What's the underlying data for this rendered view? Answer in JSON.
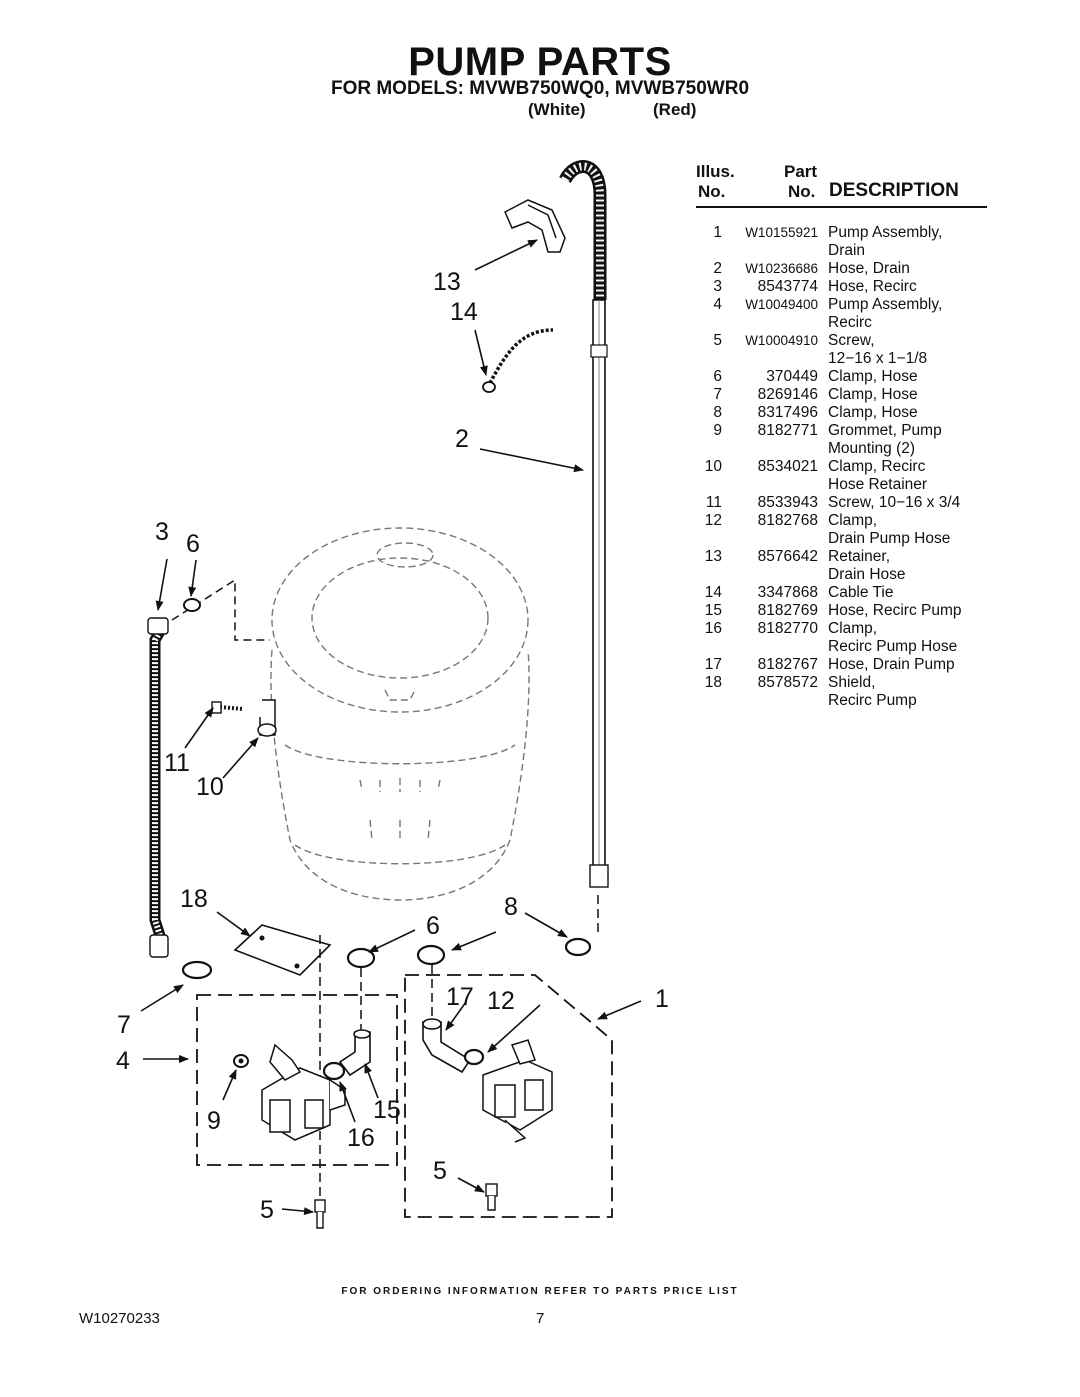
{
  "header": {
    "title": "PUMP PARTS",
    "models_line": "FOR MODELS: MVWB750WQ0, MVWB750WR0",
    "color_white": "(White)",
    "color_red": "(Red)"
  },
  "parts_table": {
    "col_illus_line1": "Illus.",
    "col_illus_line2": "No.",
    "col_part_line1": "Part",
    "col_part_line2": "No.",
    "col_description": "DESCRIPTION",
    "rows": [
      {
        "illus": "1",
        "part": "W10155921",
        "desc": [
          "Pump Assembly,",
          "Drain"
        ]
      },
      {
        "illus": "2",
        "part": "W10236686",
        "desc": [
          "Hose, Drain"
        ]
      },
      {
        "illus": "3",
        "part": "8543774",
        "desc": [
          "Hose, Recirc"
        ]
      },
      {
        "illus": "4",
        "part": "W10049400",
        "desc": [
          "Pump Assembly,",
          "Recirc"
        ]
      },
      {
        "illus": "5",
        "part": "W10004910",
        "desc": [
          "Screw,",
          "12−16 x 1−1/8"
        ]
      },
      {
        "illus": "6",
        "part": "370449",
        "desc": [
          "Clamp, Hose"
        ]
      },
      {
        "illus": "7",
        "part": "8269146",
        "desc": [
          "Clamp, Hose"
        ]
      },
      {
        "illus": "8",
        "part": "8317496",
        "desc": [
          "Clamp, Hose"
        ]
      },
      {
        "illus": "9",
        "part": "8182771",
        "desc": [
          "Grommet, Pump",
          "Mounting (2)"
        ]
      },
      {
        "illus": "10",
        "part": "8534021",
        "desc": [
          "Clamp, Recirc",
          "Hose Retainer"
        ]
      },
      {
        "illus": "11",
        "part": "8533943",
        "desc": [
          "Screw, 10−16 x 3/4"
        ]
      },
      {
        "illus": "12",
        "part": "8182768",
        "desc": [
          "Clamp,",
          "Drain Pump Hose"
        ]
      },
      {
        "illus": "13",
        "part": "8576642",
        "desc": [
          "Retainer,",
          "Drain Hose"
        ]
      },
      {
        "illus": "14",
        "part": "3347868",
        "desc": [
          "Cable Tie"
        ]
      },
      {
        "illus": "15",
        "part": "8182769",
        "desc": [
          "Hose, Recirc Pump"
        ]
      },
      {
        "illus": "16",
        "part": "8182770",
        "desc": [
          "Clamp,",
          "Recirc Pump Hose"
        ]
      },
      {
        "illus": "17",
        "part": "8182767",
        "desc": [
          "Hose, Drain Pump"
        ]
      },
      {
        "illus": "18",
        "part": "8578572",
        "desc": [
          "Shield,",
          "Recirc Pump"
        ]
      }
    ]
  },
  "diagram": {
    "callouts": {
      "c13": "13",
      "c14": "14",
      "c2": "2",
      "c3": "3",
      "c6a": "6",
      "c11": "11",
      "c10": "10",
      "c18": "18",
      "c6b": "6",
      "c8": "8",
      "c17": "17",
      "c12": "12",
      "c1": "1",
      "c7": "7",
      "c4": "4",
      "c9": "9",
      "c15": "15",
      "c16": "16",
      "c5a": "5",
      "c5b": "5"
    }
  },
  "footer": {
    "ordering_note": "FOR ORDERING INFORMATION REFER TO PARTS PRICE LIST",
    "doc_number": "W10270233",
    "page_number": "7"
  }
}
